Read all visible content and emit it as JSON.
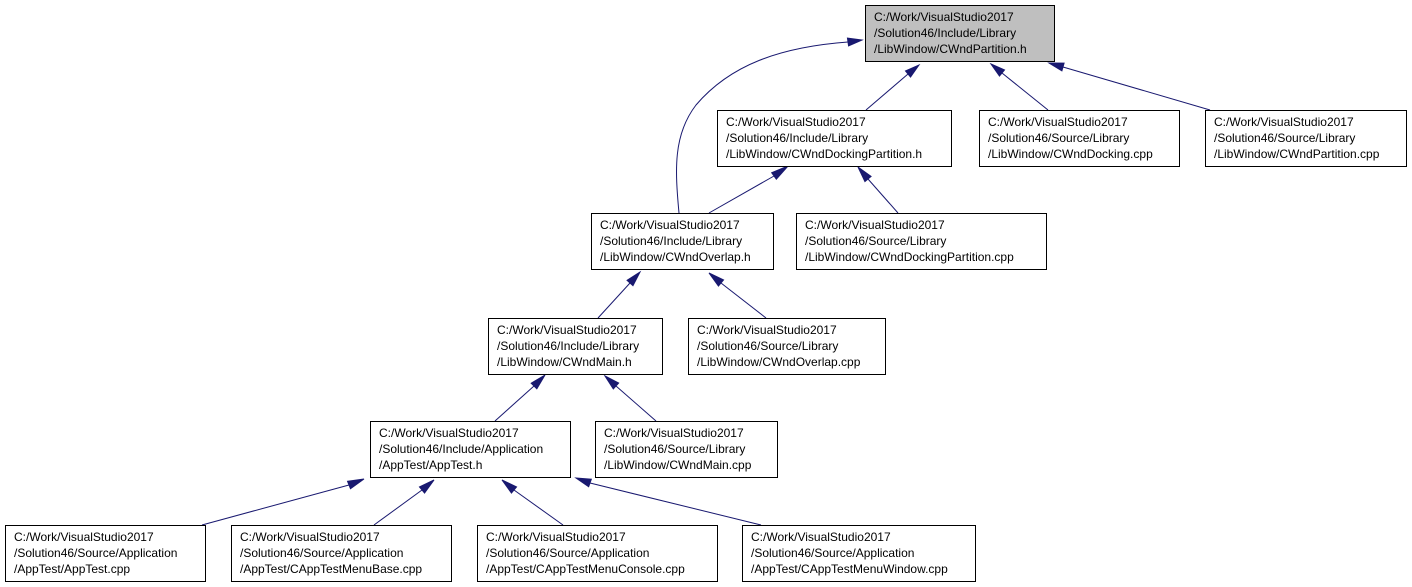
{
  "diagram": {
    "type": "include-dependency-graph",
    "colors": {
      "edge": "#191970",
      "root_fill": "#bfbfbf",
      "node_fill": "#ffffff",
      "border": "#000000"
    },
    "nodes": [
      {
        "id": "n0",
        "root": true,
        "lines": [
          "C:/Work/VisualStudio2017",
          "/Solution46/Include/Library",
          "/LibWindow/CWndPartition.h"
        ]
      },
      {
        "id": "n1",
        "lines": [
          "C:/Work/VisualStudio2017",
          "/Solution46/Include/Library",
          "/LibWindow/CWndDockingPartition.h"
        ]
      },
      {
        "id": "n2",
        "lines": [
          "C:/Work/VisualStudio2017",
          "/Solution46/Source/Library",
          "/LibWindow/CWndDocking.cpp"
        ]
      },
      {
        "id": "n3",
        "lines": [
          "C:/Work/VisualStudio2017",
          "/Solution46/Source/Library",
          "/LibWindow/CWndPartition.cpp"
        ]
      },
      {
        "id": "n4",
        "lines": [
          "C:/Work/VisualStudio2017",
          "/Solution46/Include/Library",
          "/LibWindow/CWndOverlap.h"
        ]
      },
      {
        "id": "n5",
        "lines": [
          "C:/Work/VisualStudio2017",
          "/Solution46/Source/Library",
          "/LibWindow/CWndDockingPartition.cpp"
        ]
      },
      {
        "id": "n6",
        "lines": [
          "C:/Work/VisualStudio2017",
          "/Solution46/Include/Library",
          "/LibWindow/CWndMain.h"
        ]
      },
      {
        "id": "n7",
        "lines": [
          "C:/Work/VisualStudio2017",
          "/Solution46/Source/Library",
          "/LibWindow/CWndOverlap.cpp"
        ]
      },
      {
        "id": "n8",
        "lines": [
          "C:/Work/VisualStudio2017",
          "/Solution46/Include/Application",
          "/AppTest/AppTest.h"
        ]
      },
      {
        "id": "n9",
        "lines": [
          "C:/Work/VisualStudio2017",
          "/Solution46/Source/Library",
          "/LibWindow/CWndMain.cpp"
        ]
      },
      {
        "id": "n10",
        "lines": [
          "C:/Work/VisualStudio2017",
          "/Solution46/Source/Application",
          "/AppTest/AppTest.cpp"
        ]
      },
      {
        "id": "n11",
        "lines": [
          "C:/Work/VisualStudio2017",
          "/Solution46/Source/Application",
          "/AppTest/CAppTestMenuBase.cpp"
        ]
      },
      {
        "id": "n12",
        "lines": [
          "C:/Work/VisualStudio2017",
          "/Solution46/Source/Application",
          "/AppTest/CAppTestMenuConsole.cpp"
        ]
      },
      {
        "id": "n13",
        "lines": [
          "C:/Work/VisualStudio2017",
          "/Solution46/Source/Application",
          "/AppTest/CAppTestMenuWindow.cpp"
        ]
      }
    ],
    "edges": [
      {
        "from": "n1",
        "to": "n0"
      },
      {
        "from": "n2",
        "to": "n0"
      },
      {
        "from": "n3",
        "to": "n0"
      },
      {
        "from": "n4",
        "to": "n0"
      },
      {
        "from": "n4",
        "to": "n1"
      },
      {
        "from": "n5",
        "to": "n1"
      },
      {
        "from": "n6",
        "to": "n4"
      },
      {
        "from": "n7",
        "to": "n4"
      },
      {
        "from": "n8",
        "to": "n6"
      },
      {
        "from": "n9",
        "to": "n6"
      },
      {
        "from": "n10",
        "to": "n8"
      },
      {
        "from": "n11",
        "to": "n8"
      },
      {
        "from": "n12",
        "to": "n8"
      },
      {
        "from": "n13",
        "to": "n8"
      }
    ]
  }
}
